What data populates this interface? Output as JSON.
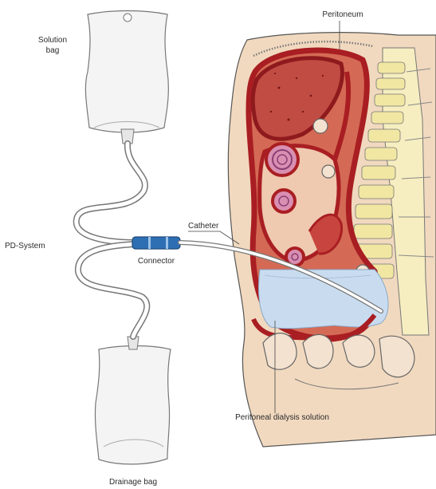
{
  "labels": {
    "solution_bag": [
      "Solution",
      "bag"
    ],
    "peritoneum": "Peritoneum",
    "catheter": "Catheter",
    "pd_system": "PD-System",
    "connector": "Connector",
    "dialysis_solution": "Peritoneal dialysis solution",
    "drainage_bag": "Drainage bag"
  },
  "colors": {
    "skin": "#f1d9bf",
    "organ_red": "#a91e22",
    "organ_fill": "#c8453f",
    "liver": "#c14c44",
    "spine": "#f1e7a3",
    "fluid": "#c9dcef",
    "connector_blue": "#2e6fb3",
    "bag": "#f4f4f4",
    "tube": "#ffffff",
    "outline": "#555555"
  },
  "icons": [
    "solution-bag-icon",
    "drainage-bag-icon",
    "connector-icon",
    "abdomen-cross-section-icon"
  ]
}
